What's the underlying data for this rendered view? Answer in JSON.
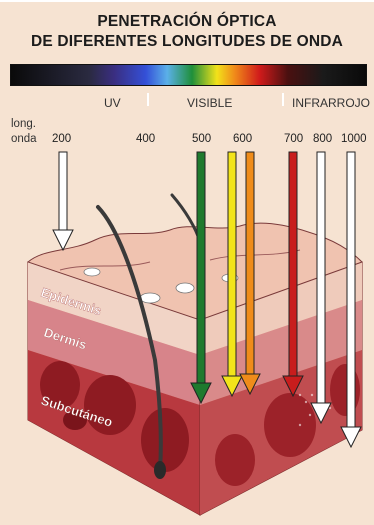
{
  "title": {
    "line1": "PENETRACIÓN ÓPTICA",
    "line2": "DE DIFERENTES LONGITUDES DE ONDA"
  },
  "bands": {
    "uv": "UV",
    "visible": "VISIBLE",
    "infrared": "INFRARROJO"
  },
  "axis_label": {
    "line1": "long.",
    "line2": "onda"
  },
  "wavelengths": [
    "200",
    "400",
    "500",
    "600",
    "700",
    "800",
    "1000"
  ],
  "layers": {
    "epidermis": "Epidermis",
    "dermis": "Dermis",
    "subcutaneous": "Subcutáneo"
  },
  "colors": {
    "panel_bg": "#f6e3d2",
    "arrow_200": "#ffffff",
    "arrow_500": "#1f7a2e",
    "arrow_550": "#f2e41a",
    "arrow_600": "#ef8c1a",
    "arrow_700": "#c81d1d",
    "arrow_800": "#ffffff",
    "arrow_1000": "#ffffff"
  }
}
